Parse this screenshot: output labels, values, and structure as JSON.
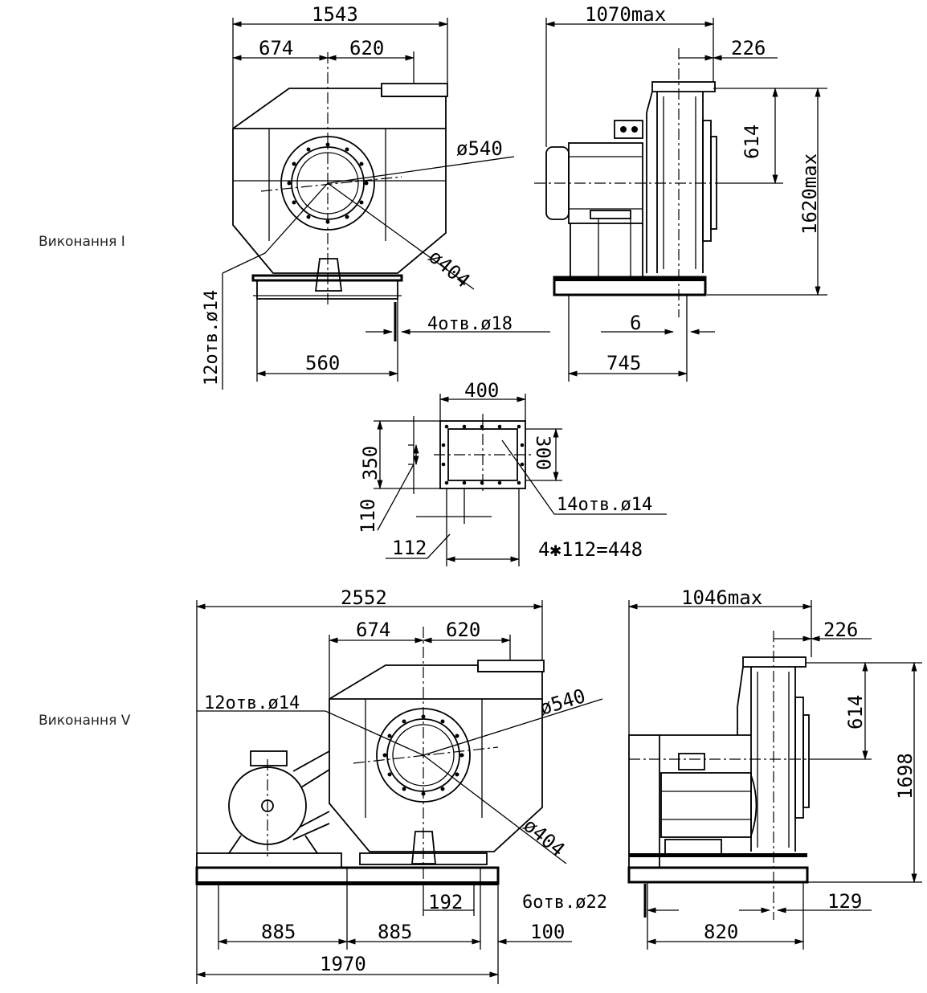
{
  "labels": {
    "variant_1": "Виконання I",
    "variant_5": "Виконання V"
  },
  "variant_1": {
    "front": {
      "overall_width": "1543",
      "left_to_axis": "674",
      "axis_to_outlet": "620",
      "inlet_outer_dia": "ø540",
      "inlet_inner_dia": "ø404",
      "inlet_holes": "12отв.ø14",
      "base_holes": "4отв.ø18",
      "base_span": "560"
    },
    "side": {
      "overall_depth": "1070max",
      "outlet_offset": "226",
      "outlet_height": "614",
      "overall_height": "1620max",
      "flange_gap": "6",
      "base_length": "745"
    }
  },
  "outlet_flange": {
    "width": "400",
    "height_outer": "350",
    "height_inner": "300",
    "holes": "14отв.ø14",
    "pitch_v": "110",
    "pitch_h": "112",
    "pitch_total": "4✱112=448"
  },
  "variant_5": {
    "front": {
      "overall_width": "2552",
      "left_to_axis": "674",
      "axis_to_outlet": "620",
      "inlet_holes": "12отв.ø14",
      "inlet_outer_dia": "ø540",
      "inlet_inner_dia": "ø404",
      "frame_offset": "192",
      "span_left": "885",
      "span_right": "885",
      "frame_total": "1970"
    },
    "side": {
      "overall_depth": "1046max",
      "outlet_offset": "226",
      "outlet_height": "614",
      "overall_height": "1698",
      "base_holes": "6отв.ø22",
      "edge_offset_a": "100",
      "edge_offset_b": "129",
      "base_length": "820"
    }
  }
}
